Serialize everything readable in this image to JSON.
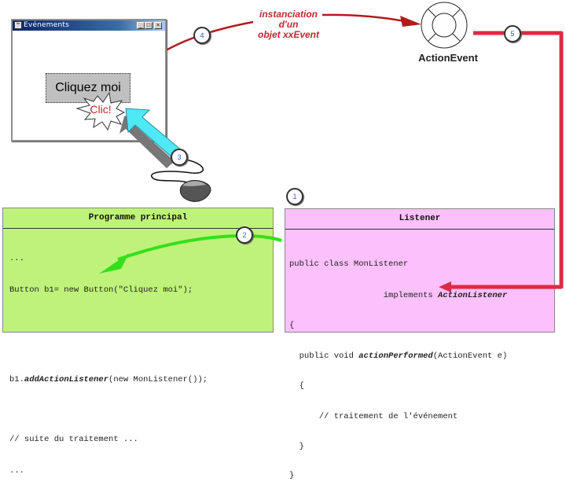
{
  "window": {
    "title": "Evénements",
    "controls": [
      "minimize",
      "maximize",
      "close"
    ],
    "button_label": "Cliquez moi"
  },
  "click_burst": {
    "label": "Clic!"
  },
  "annotation": {
    "line1": "instanciation",
    "line2": "d'un",
    "line3": "objet xxEvent"
  },
  "event_object": {
    "label": "ActionEvent"
  },
  "steps": [
    "1",
    "2",
    "3",
    "4",
    "5"
  ],
  "main_program": {
    "title": "Programme principal",
    "lines": [
      {
        "pre": "...",
        "em": "",
        "post": ""
      },
      {
        "pre": "Button b1= new Button(\"Cliquez moi\");",
        "em": "",
        "post": ""
      },
      {
        "pre": "",
        "em": "",
        "post": ""
      },
      {
        "pre": "",
        "em": "",
        "post": ""
      },
      {
        "pre": "b1.",
        "em": "addActionListener",
        "post": "(new MonListener());"
      },
      {
        "pre": "",
        "em": "",
        "post": ""
      },
      {
        "pre": "// suite du traitement ...",
        "em": "",
        "post": ""
      },
      {
        "pre": "...",
        "em": "",
        "post": ""
      }
    ]
  },
  "listener": {
    "title": "Listener",
    "lines": [
      {
        "pre": "",
        "em": "",
        "post": ""
      },
      {
        "pre": "public class MonListener",
        "em": "",
        "post": ""
      },
      {
        "pre": "                   implements ",
        "em": "ActionListener",
        "post": ""
      },
      {
        "pre": "{",
        "em": "",
        "post": ""
      },
      {
        "pre": "  public void ",
        "em": "actionPerformed",
        "post": "(ActionEvent e)"
      },
      {
        "pre": "  {",
        "em": "",
        "post": ""
      },
      {
        "pre": "      // traitement de l'événement",
        "em": "",
        "post": ""
      },
      {
        "pre": "  }",
        "em": "",
        "post": ""
      },
      {
        "pre": "}",
        "em": "",
        "post": ""
      }
    ]
  },
  "colors": {
    "red_arrow": "#b31b1b",
    "crimson_path": "#dc2b45",
    "green_arrow": "#33e01a",
    "cyan_arrow": "#4fe8f5",
    "main_bg": "#bff27a",
    "listener_bg": "#fcc0fc",
    "step_number": "#2e5bd6"
  }
}
